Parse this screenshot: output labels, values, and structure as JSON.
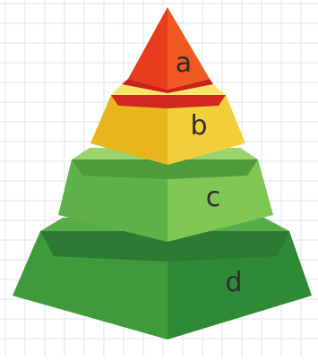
{
  "pyramid": {
    "levels": [
      {
        "label": "a",
        "colors": {
          "left": "#e63b1c",
          "right": "#f05a22",
          "top": "#ff7f3a",
          "edge": "#c9221a"
        }
      },
      {
        "label": "b",
        "colors": {
          "left": "#e7b51c",
          "right": "#f2cf3a",
          "top": "#fbe66a",
          "edge": "#d1271f"
        }
      },
      {
        "label": "c",
        "colors": {
          "left": "#5fb24a",
          "right": "#7fc653",
          "top": "#9bd46d",
          "edge": "#4f9a3b"
        }
      },
      {
        "label": "d",
        "colors": {
          "left": "#3f9a3b",
          "right": "#2f8a38",
          "top": "#57ad4a",
          "edge": "#2d7a33"
        }
      }
    ]
  },
  "background": {
    "grid_color": "#dfe3ea",
    "paper_color": "#ffffff"
  }
}
